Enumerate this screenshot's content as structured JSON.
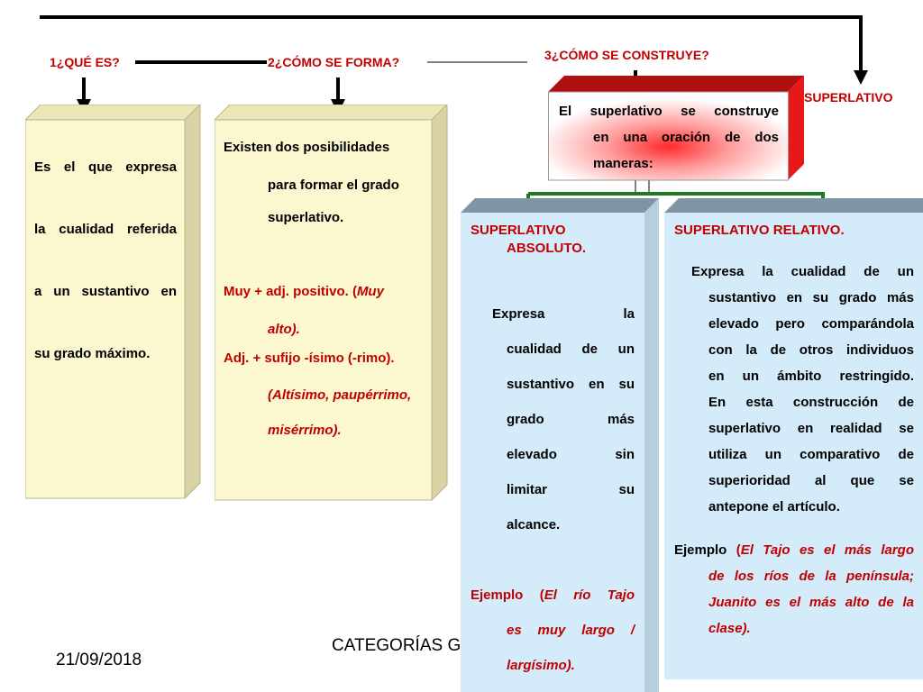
{
  "headings": {
    "que_es": "1¿QUÉ ES?",
    "como_forma": "2¿CÓMO SE FORMA?",
    "como_construye": "3¿CÓMO SE CONSTRUYE?",
    "superlativo": "SUPERLATIVO"
  },
  "box1": {
    "l1": "Es el que   expresa",
    "l2": "la cualidad referida",
    "l3": "a un sustantivo en",
    "l4": "su grado máximo."
  },
  "box2": {
    "l1": "Existen dos posibilidades",
    "l2": "para formar el grado",
    "l3": "superlativo.",
    "f1a": "Muy + adj. positivo. (",
    "f1b": "Muy",
    "f1c": "alto).",
    "f2": "Adj. + sufijo -ísimo (-rimo).",
    "f2b": "(Altísimo, paupérrimo,",
    "f2c": "misérrimo)."
  },
  "box3": {
    "l1": "El superlativo se construye",
    "l2": "en una oración de dos",
    "l3": "maneras:"
  },
  "box4": {
    "title1": "SUPERLATIVO",
    "title2": "ABSOLUTO.",
    "lines": [
      "Expresa la",
      "cualidad de un",
      "sustantivo en su",
      "grado más",
      "elevado sin",
      "limitar su",
      "alcance."
    ],
    "ex_label": "Ejemplo (",
    "ex1": "El río Tajo",
    "ex2": "es muy largo /",
    "ex3": "largísimo)."
  },
  "box5": {
    "title": "SUPERLATIVO RELATIVO.",
    "lines": [
      "Expresa la cualidad de un",
      "sustantivo en su grado más",
      "elevado pero comparándola",
      "con la de otros individuos",
      "en un ámbito restringido.",
      "En esta construcción de",
      "superlativo en realidad se",
      "utiliza un comparativo de",
      "superioridad al que se",
      "antepone el artículo."
    ],
    "ex_label": "Ejemplo ",
    "ex_open": "(",
    "ex1": "El Tajo es el más largo",
    "ex2": "de los ríos de la península;",
    "ex3": "Juanito es el más alto de la",
    "ex4": "clase)."
  },
  "footer": {
    "date": "21/09/2018",
    "title": "CATEGORÍAS G"
  },
  "colors": {
    "red": "#c00000",
    "yellow_front": "#fbf8d0",
    "yellow_side": "#d9d3a4",
    "blue_front": "#cfe8f8",
    "blue_top": "#7f95a5",
    "green_arrow": "#1e7a1e"
  }
}
